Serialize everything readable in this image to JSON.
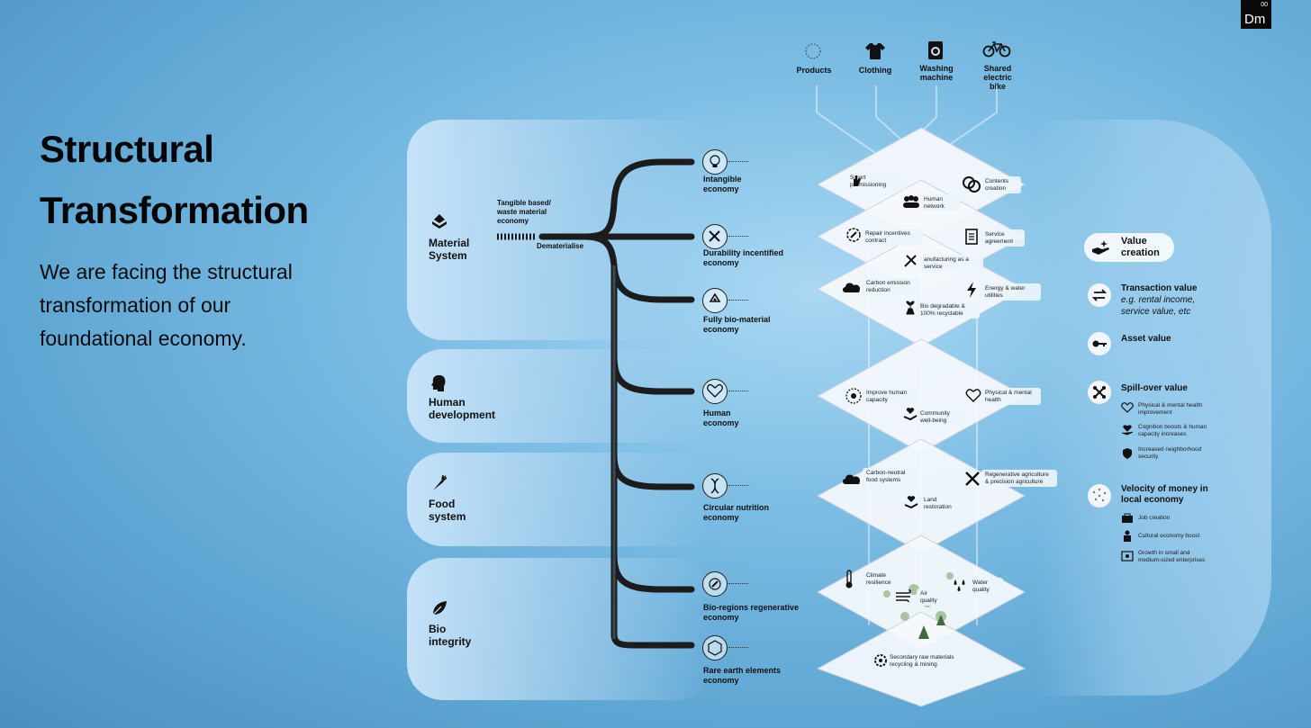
{
  "slide": {
    "title_line1": "Structural",
    "title_line2": "Transformation",
    "subtitle": "We are facing the structural transformation of our foundational economy."
  },
  "logo": {
    "text": "Dm",
    "number": "00"
  },
  "categories": [
    {
      "label": "Material System",
      "icon": "material-system-icon"
    },
    {
      "label": "Human development",
      "icon": "human-head-icon"
    },
    {
      "label": "Food system",
      "icon": "carrot-icon"
    },
    {
      "label": "Bio integrity",
      "icon": "leaf-icon"
    }
  ],
  "flow": {
    "source_label": "Tangible based/ waste material economy",
    "action_label": "Dematerialise"
  },
  "economies": [
    {
      "label": "Intangible economy",
      "icon": "lightbulb-icon"
    },
    {
      "label": "Durability incentified economy",
      "icon": "tools-icon"
    },
    {
      "label": "Fully bio-material economy",
      "icon": "recycle-icon"
    },
    {
      "label": "Human economy",
      "icon": "heart-pulse-icon"
    },
    {
      "label": "Circular nutrition economy",
      "icon": "dna-icon"
    },
    {
      "label": "Bio-regions regenerative economy",
      "icon": "compass-icon"
    },
    {
      "label": "Rare earth elements economy",
      "icon": "hexagon-icon"
    }
  ],
  "top_items": [
    {
      "label": "Products",
      "icon": "dotted-circle-icon"
    },
    {
      "label": "Clothing",
      "icon": "tshirt-icon"
    },
    {
      "label": "Washing machine",
      "icon": "washing-machine-icon"
    },
    {
      "label": "Shared electric bike",
      "icon": "bicycle-icon"
    }
  ],
  "layers": {
    "l1": {
      "smart": "Smart permissioning",
      "human_net": "Human network",
      "contents": "Contents creation"
    },
    "l2": {
      "repair": "Repair incentives contract",
      "service": "Service agreement",
      "manuf": "anufacturing as a service"
    },
    "l3": {
      "carbon": "Carbon emission reduction",
      "energy": "Energy & water utilities",
      "biodeg": "Bio degradable & 100% recyclable"
    },
    "l4": {
      "improve": "Improve human capacity",
      "physical": "Physical & mental health",
      "community": "Community well-being"
    },
    "l5": {
      "carbon_food": "Carbon-neutral food systems",
      "regen": "Regenerative agriculture & precision agriculture",
      "land": "Land restoration"
    },
    "l6": {
      "climate": "Climate resilience",
      "air": "Air quality",
      "water": "Water quality"
    },
    "l7": {
      "secondary": "Secondary raw materials recycling & mining"
    }
  },
  "value_panel": {
    "value_creation": "Value creation",
    "transaction_title": "Transaction value",
    "transaction_sub": "e.g. rental income, service value, etc",
    "asset": "Asset value",
    "spill_title": "Spill-over value",
    "spill_items": [
      "Physical & mental health improvement",
      "Cognition boosts & human capacity increases",
      "Increased neighborhood security"
    ],
    "velocity_title": "Velocity of money in local economy",
    "velocity_items": [
      "Job creation",
      "Cultural economy boost",
      "Growth in small and medium-sized enterprises"
    ]
  }
}
